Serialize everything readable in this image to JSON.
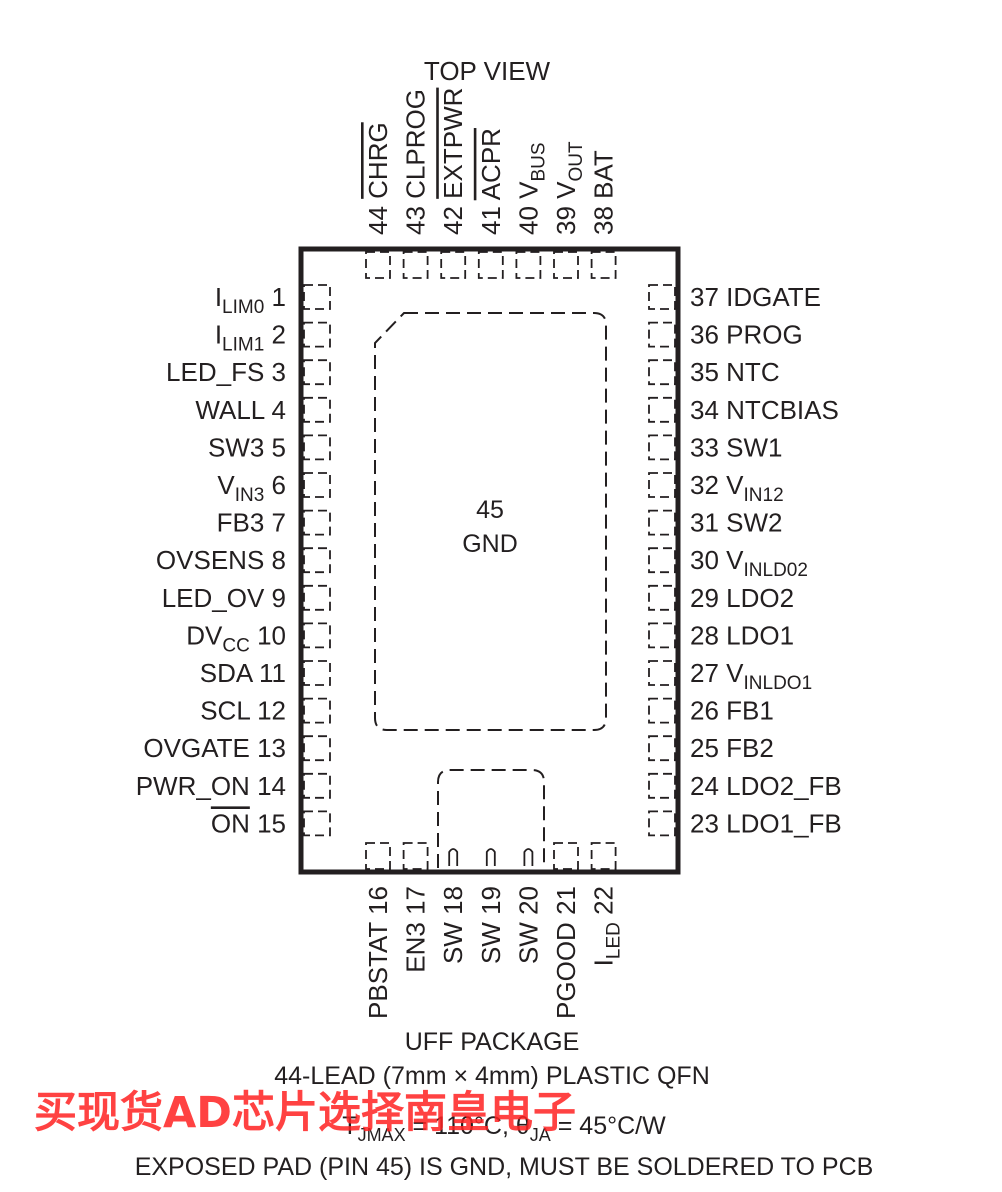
{
  "view_title": "TOP VIEW",
  "left_pins": [
    {
      "num": "1",
      "name": "I",
      "sub": "LIM0"
    },
    {
      "num": "2",
      "name": "I",
      "sub": "LIM1"
    },
    {
      "num": "3",
      "name": "LED_FS"
    },
    {
      "num": "4",
      "name": "WALL"
    },
    {
      "num": "5",
      "name": "SW3"
    },
    {
      "num": "6",
      "name": "V",
      "sub": "IN3"
    },
    {
      "num": "7",
      "name": "FB3"
    },
    {
      "num": "8",
      "name": "OVSENS"
    },
    {
      "num": "9",
      "name": "LED_OV"
    },
    {
      "num": "10",
      "name": "DV",
      "sub": "CC"
    },
    {
      "num": "11",
      "name": "SDA"
    },
    {
      "num": "12",
      "name": "SCL"
    },
    {
      "num": "13",
      "name": "OVGATE"
    },
    {
      "num": "14",
      "name": "PWR_ON"
    },
    {
      "num": "15",
      "name": "ON",
      "overbar": true
    }
  ],
  "right_pins": [
    {
      "num": "37",
      "name": "IDGATE"
    },
    {
      "num": "36",
      "name": "PROG"
    },
    {
      "num": "35",
      "name": "NTC"
    },
    {
      "num": "34",
      "name": "NTCBIAS"
    },
    {
      "num": "33",
      "name": "SW1"
    },
    {
      "num": "32",
      "name": "V",
      "sub": "IN12"
    },
    {
      "num": "31",
      "name": "SW2"
    },
    {
      "num": "30",
      "name": "V",
      "sub": "INLD02"
    },
    {
      "num": "29",
      "name": "LDO2"
    },
    {
      "num": "28",
      "name": "LDO1"
    },
    {
      "num": "27",
      "name": "V",
      "sub": "INLDO1"
    },
    {
      "num": "26",
      "name": "FB1"
    },
    {
      "num": "25",
      "name": "FB2"
    },
    {
      "num": "24",
      "name": "LDO2_FB"
    },
    {
      "num": "23",
      "name": "LDO1_FB"
    }
  ],
  "top_pins": [
    {
      "num": "44",
      "name": "CHRG",
      "overbar": true
    },
    {
      "num": "43",
      "name": "CLPROG"
    },
    {
      "num": "42",
      "name": "EXTPWR",
      "overbar": true
    },
    {
      "num": "41",
      "name": "ACPR",
      "overbar": true
    },
    {
      "num": "40",
      "name": "V",
      "sub": "BUS"
    },
    {
      "num": "39",
      "name": "V",
      "sub": "OUT"
    },
    {
      "num": "38",
      "name": "BAT"
    }
  ],
  "bottom_pins": [
    {
      "num": "16",
      "name": "PBSTAT"
    },
    {
      "num": "17",
      "name": "EN3"
    },
    {
      "num": "18",
      "name": "SW"
    },
    {
      "num": "19",
      "name": "SW"
    },
    {
      "num": "20",
      "name": "SW"
    },
    {
      "num": "21",
      "name": "PGOOD"
    },
    {
      "num": "22",
      "name": "I",
      "sub": "LED"
    }
  ],
  "exposed_pad": {
    "num": "45",
    "name": "GND"
  },
  "package": {
    "line1": "UFF PACKAGE",
    "line2": "44-LEAD (7mm × 4mm) PLASTIC QFN",
    "line3": {
      "t": "T",
      "t_sub": "JMAX",
      "t_val": " = 110°C, θ",
      "theta_sub": "JA",
      "theta_val": " = 45°C/W"
    },
    "line4": "EXPOSED PAD (PIN 45) IS GND, MUST BE SOLDERED TO PCB"
  },
  "watermark": "买现货AD芯片选择南皇电子",
  "colors": {
    "ink": "#231f20",
    "watermark": "#ff2222"
  }
}
